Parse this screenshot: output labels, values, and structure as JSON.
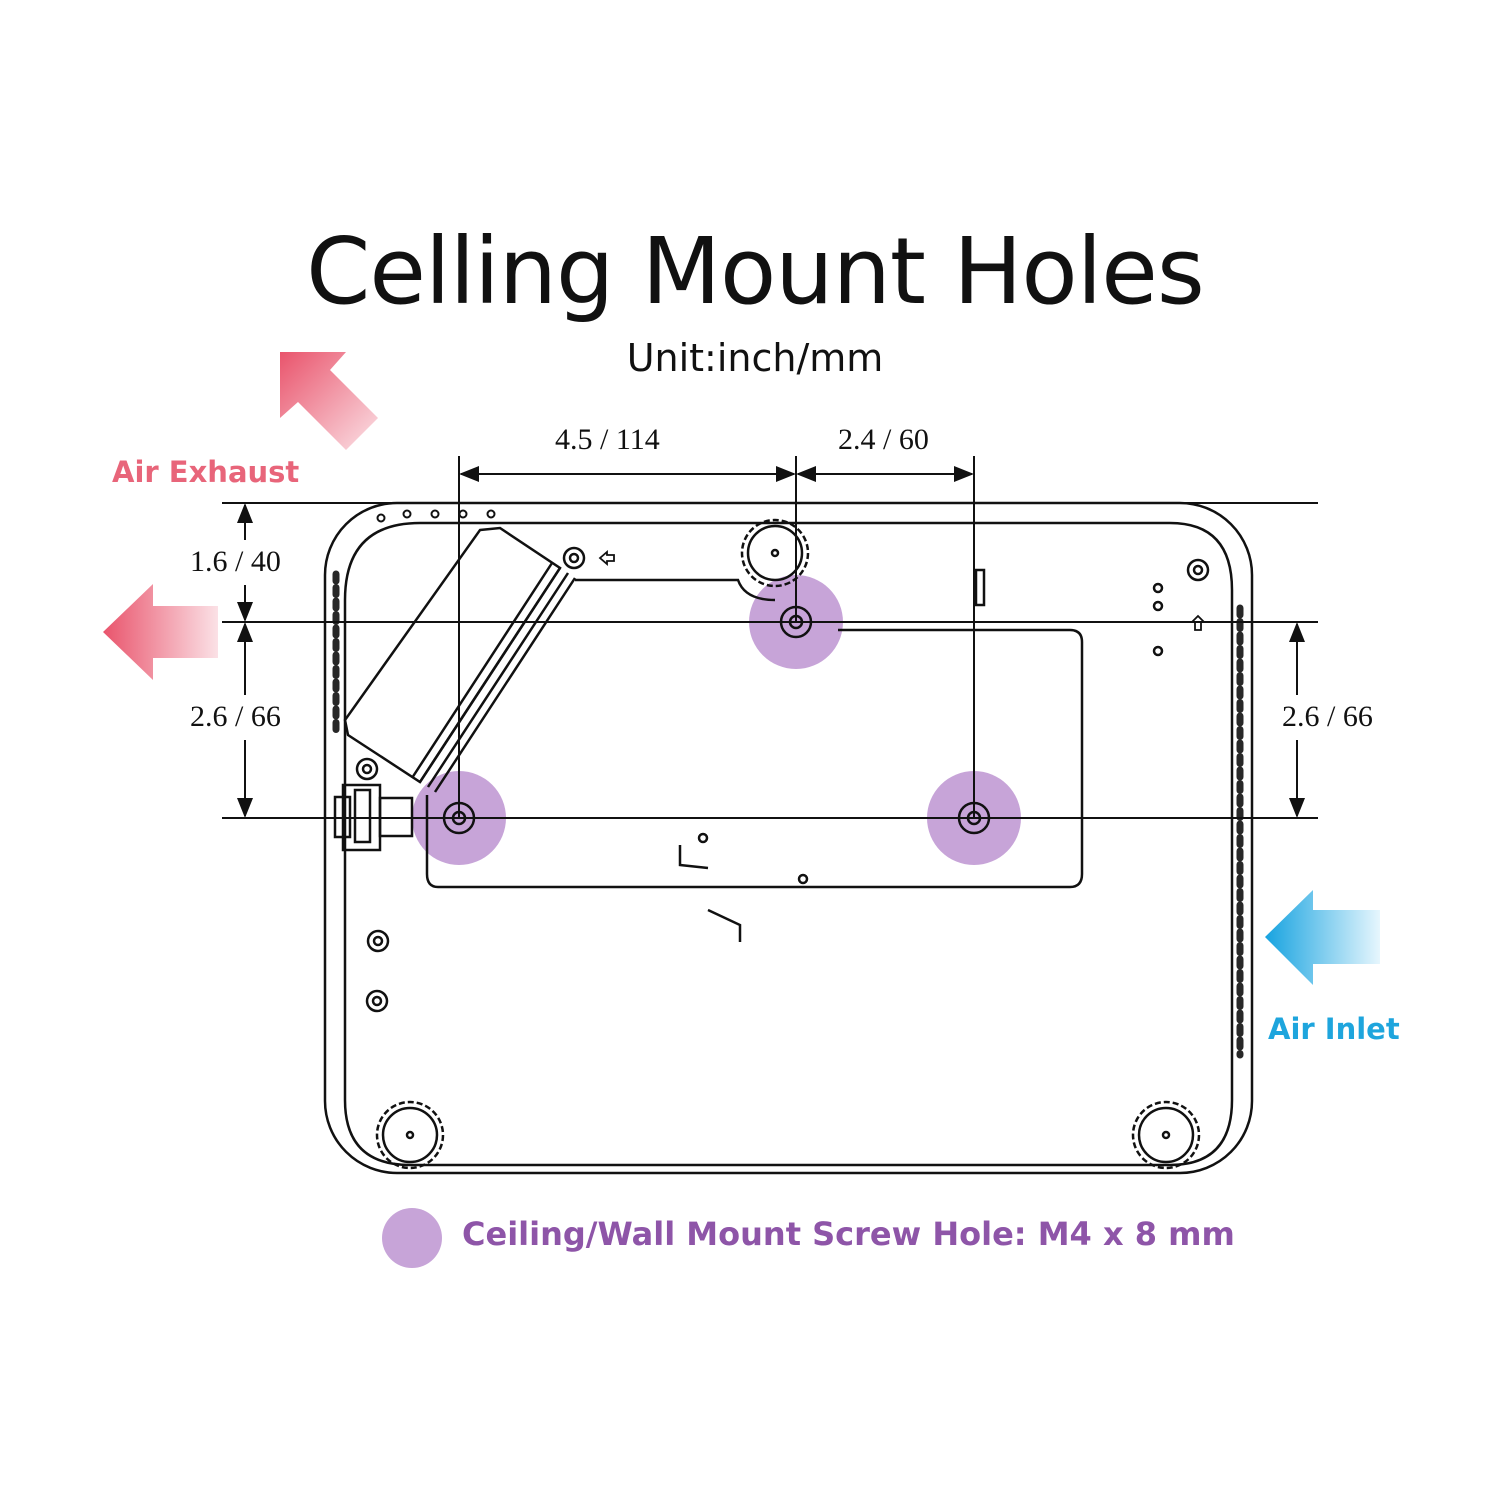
{
  "title": "Celling Mount Holes",
  "unit": "Unit:inch/mm",
  "dimensions": {
    "top_left": "4.5 / 114",
    "top_right": "2.4 / 60",
    "left_upper": "1.6 / 40",
    "left_lower": "2.6 / 66",
    "right": "2.6 / 66"
  },
  "airflow": {
    "exhaust_label": "Air Exhaust",
    "inlet_label": "Air Inlet",
    "exhaust_color": "#e8657a",
    "inlet_color": "#1ea5dd"
  },
  "legend": {
    "label": "Ceiling/Wall Mount Screw Hole: M4 x 8 mm",
    "color": "#c7a4d8"
  }
}
